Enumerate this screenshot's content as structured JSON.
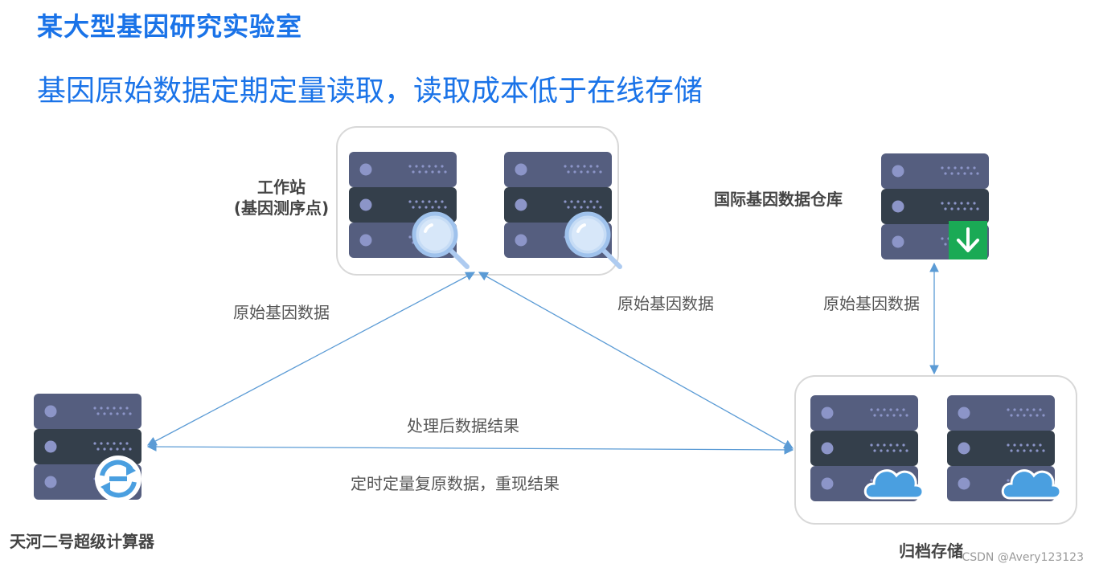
{
  "header": {
    "title": "某大型基因研究实验室",
    "subtitle": "基因原始数据定期定量读取，读取成本低于在线存储"
  },
  "nodes": {
    "workstation": {
      "label_line1": "工作站",
      "label_line2": "(基因测序点)"
    },
    "intl_warehouse": {
      "label": "国际基因数据仓库"
    },
    "supercomputer": {
      "label": "天河二号超级计算器"
    },
    "archive": {
      "label": "归档存储"
    }
  },
  "edges": {
    "super_to_workstation": "原始基因数据",
    "workstation_to_archive": "原始基因数据",
    "warehouse_to_archive": "原始基因数据",
    "super_archive_top": "处理后数据结果",
    "super_archive_bottom": "定时定量复原数据，重现结果"
  },
  "colors": {
    "accent": "#1a73e8",
    "server_light": "#555e7f",
    "server_dark": "#343f4b",
    "server_dot": "#8c95c8",
    "arrow": "#5b9bd5",
    "download_green": "#1aaa55",
    "cloud_blue": "#4a9fe0"
  },
  "watermark": "CSDN @Avery123123"
}
